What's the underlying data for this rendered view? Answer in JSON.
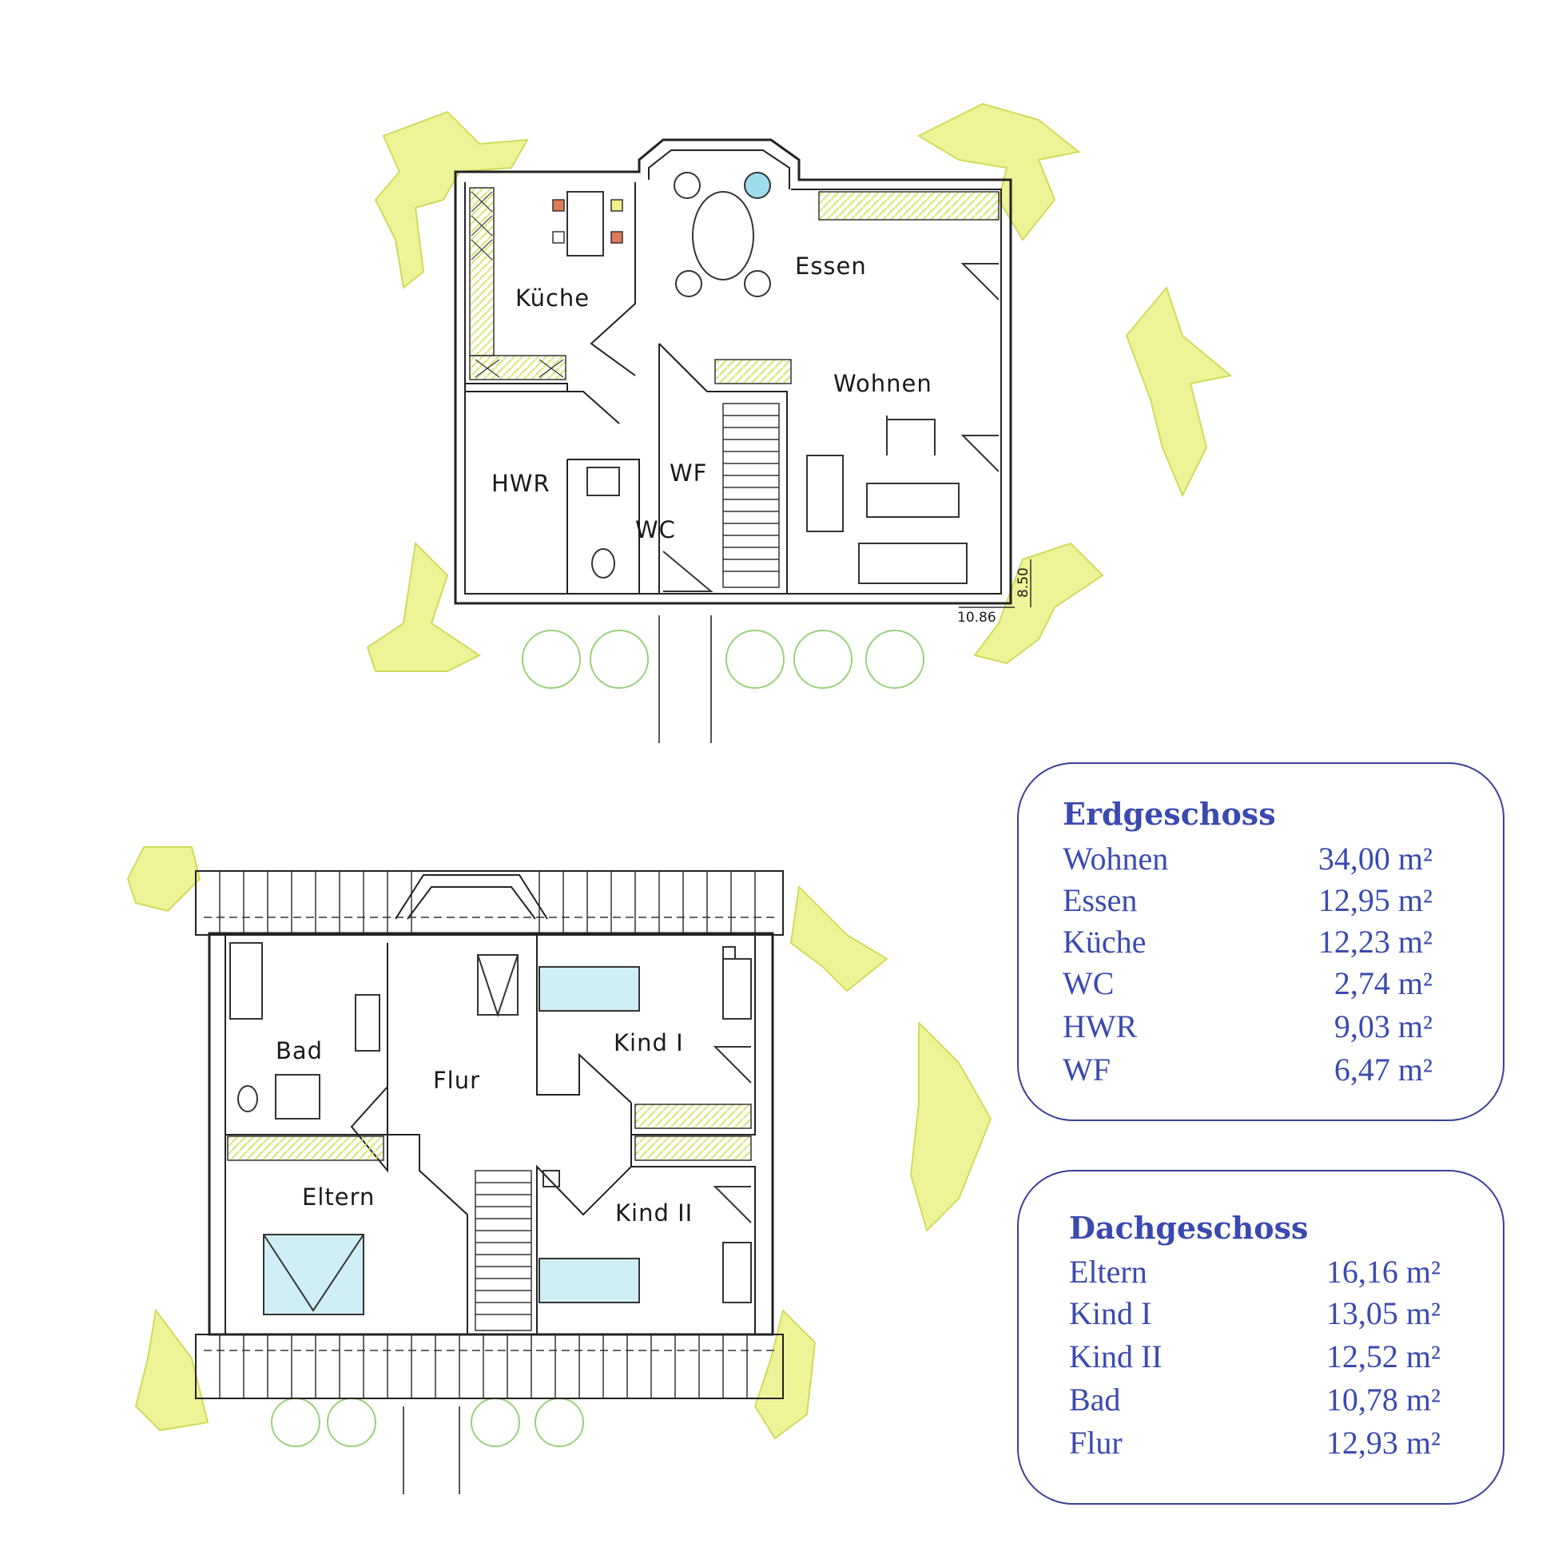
{
  "ground_floor": {
    "rooms": {
      "kueche": "Küche",
      "essen": "Essen",
      "wohnen": "Wohnen",
      "hwr": "HWR",
      "wf": "WF",
      "wc": "WC"
    },
    "dimension_width": "10.86",
    "dimension_depth": "8.50"
  },
  "attic_floor": {
    "rooms": {
      "bad": "Bad",
      "flur": "Flur",
      "kind1": "Kind I",
      "kind2": "Kind II",
      "eltern": "Eltern"
    }
  },
  "area_tables": [
    {
      "title": "Erdgeschoss",
      "rows": [
        {
          "name": "Wohnen",
          "area": "34,00 m²"
        },
        {
          "name": "Essen",
          "area": "12,95 m²"
        },
        {
          "name": "Küche",
          "area": "12,23 m²"
        },
        {
          "name": "WC",
          "area": "2,74 m²"
        },
        {
          "name": "HWR",
          "area": "9,03 m²"
        },
        {
          "name": "WF",
          "area": "6,47 m²"
        }
      ]
    },
    {
      "title": "Dachgeschoss",
      "rows": [
        {
          "name": "Eltern",
          "area": "16,16 m²"
        },
        {
          "name": "Kind I",
          "area": "13,05 m²"
        },
        {
          "name": "Kind II",
          "area": "12,52 m²"
        },
        {
          "name": "Bad",
          "area": "10,78 m²"
        },
        {
          "name": "Flur",
          "area": "12,93 m²"
        }
      ]
    }
  ],
  "colors": {
    "wall": "#222222",
    "greenery": "#e8ef7a",
    "greenery_dark": "#8fcf6a",
    "table_text": "#3b4ab0",
    "table_border": "#3a3f9a",
    "accent_red": "#e07b5a",
    "accent_yellow": "#f3f08c",
    "accent_cyan": "#9fdcec"
  }
}
